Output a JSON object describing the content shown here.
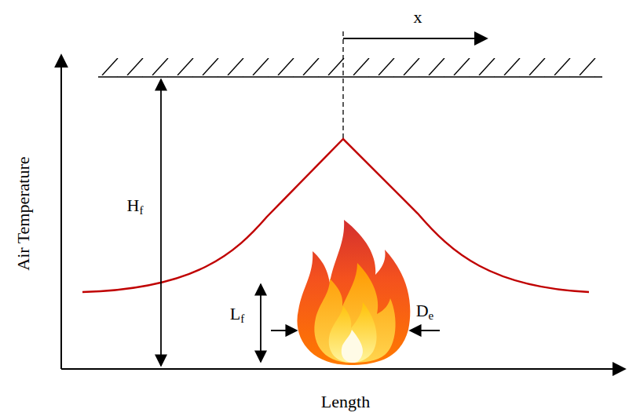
{
  "diagram": {
    "labels": [
      "Air Temperature",
      "Length",
      "x",
      "Hf",
      "Lf",
      "De"
    ]
  }
}
